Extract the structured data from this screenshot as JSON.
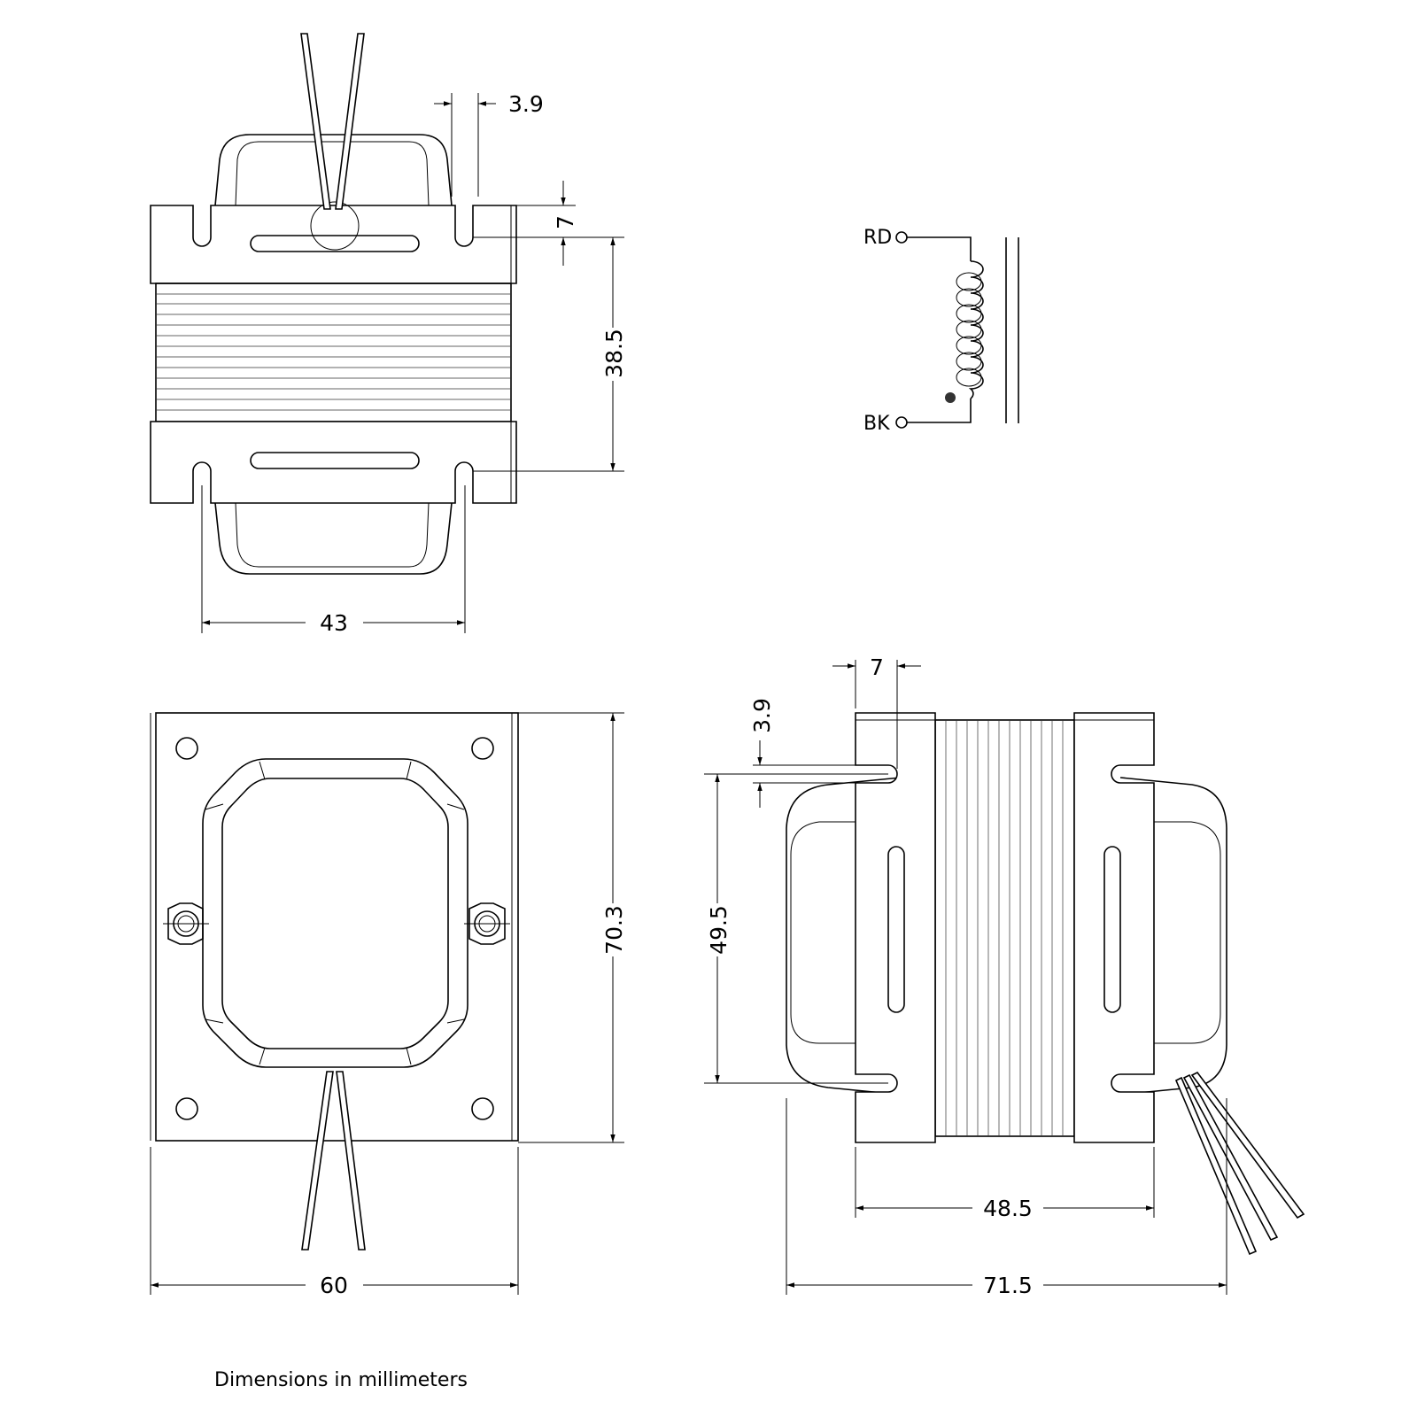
{
  "dimensions": {
    "top_slot_width": "3.9",
    "top_slot_depth": "7",
    "top_height": "38.5",
    "top_width": "43",
    "front_height": "70.3",
    "front_width": "60",
    "side_slot_depth": "7",
    "side_slot_width": "3.9",
    "side_mount_height": "49.5",
    "side_mount_width": "48.5",
    "side_overall_width": "71.5"
  },
  "schematic": {
    "lead_top": "RD",
    "lead_bottom": "BK"
  },
  "footer_note": "Dimensions in millimeters"
}
